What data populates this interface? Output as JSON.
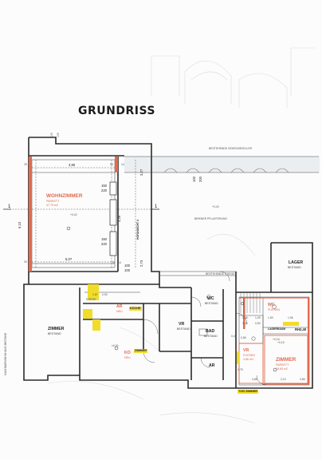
{
  "plan": {
    "title": "GRUNDRISS",
    "labels": {
      "existing_vault_cellar": "BESTEHENDE GEWÖLBEKELLER",
      "existing_stair": "BESTEHENDE STIEGE",
      "neighbor_building": "NACHBARWOHNHAUS BESTAND",
      "courtyard_view": "HOFANSICHT 4",
      "courtyard_paving": "BIRKNER PFLASTERUNG"
    },
    "rooms": [
      {
        "id": "wohnzimmer",
        "name": "WOHNZIMMER",
        "detail_1": "PARKETT",
        "detail_2": "47,75 m2"
      },
      {
        "id": "zimmer-left",
        "name": "ZIMMER",
        "detail_1": "BESTAND"
      },
      {
        "id": "vr-left",
        "name": "VR",
        "detail_1": "BESTAND"
      },
      {
        "id": "bad",
        "name": "BAD",
        "detail_1": "BESTAND"
      },
      {
        "id": "wc-top",
        "name": "WC",
        "detail_1": "BESTAND"
      },
      {
        "id": "ar-bottom",
        "name": "AR"
      },
      {
        "id": "lager",
        "name": "LAGER",
        "detail_1": "BESTAND"
      },
      {
        "id": "ar-kueche",
        "name": "AR",
        "detail_1": "NEU",
        "tag": "KÜCHE"
      },
      {
        "id": "ko-zimmer",
        "name": "KO",
        "detail_1": "NEU",
        "tag": "ZIMMER"
      },
      {
        "id": "vr-right",
        "name": "VR",
        "detail_1": "FLIESEN",
        "detail_2": "3,86 m2"
      },
      {
        "id": "wc-right",
        "name": "WC",
        "detail_1": "FLIESEN"
      },
      {
        "id": "zimmer-right",
        "name": "ZIMMER",
        "detail_1": "PARKETT",
        "detail_2": "16,65 m2"
      },
      {
        "id": "lagerraum",
        "name": "LAGERRAUM"
      }
    ],
    "tags": {
      "stiege": "STIEGE",
      "zimmer_tag": "ZIMMER",
      "kueche_tag": "KÜCHE",
      "tor": "TOR ZIMMER"
    },
    "heights": {
      "rh_right": "RH2,40",
      "level_living": "+0,42",
      "level_room": "±0,00",
      "level_court": "+0,40",
      "level_right": "+0,15"
    },
    "dimensions": {
      "wz_width": "4,95",
      "wz_width_lower": "5,07",
      "wz_depth": "6,10",
      "wz_height": "3,26",
      "court_left": "3,27",
      "court_mid": "2,73",
      "win_1": "150",
      "win_1b": "220",
      "win_2": "150",
      "win_2b": "220",
      "door_1": "100",
      "door_1b": "100",
      "door_2": "100",
      "door_2b": "200",
      "d_25": "25",
      "d_14": "14",
      "d_30": "30",
      "d_20": "20",
      "d_14b": "14",
      "d_55": "55",
      "top_vert": "105",
      "top_vert2": "105",
      "r_148": "1,48",
      "r_142": "1,42",
      "r_196": "1,96",
      "r_149": "1,49",
      "r_050": "0,50",
      "r_150": "1,50",
      "r_386": "3,86",
      "r_386b": "3,86",
      "r_210": "2,10",
      "r_086": "0,86",
      "r_187": "1,87",
      "r_090": "0,90",
      "r_075": "0,75",
      "r_040": "0,40",
      "r_016": "+0,16"
    },
    "section_markers": [
      "1",
      "1"
    ],
    "colors": {
      "new_wall": "#e46a4c",
      "plan_line": "#2b2b2b",
      "highlight": "#f1dc2a"
    }
  }
}
